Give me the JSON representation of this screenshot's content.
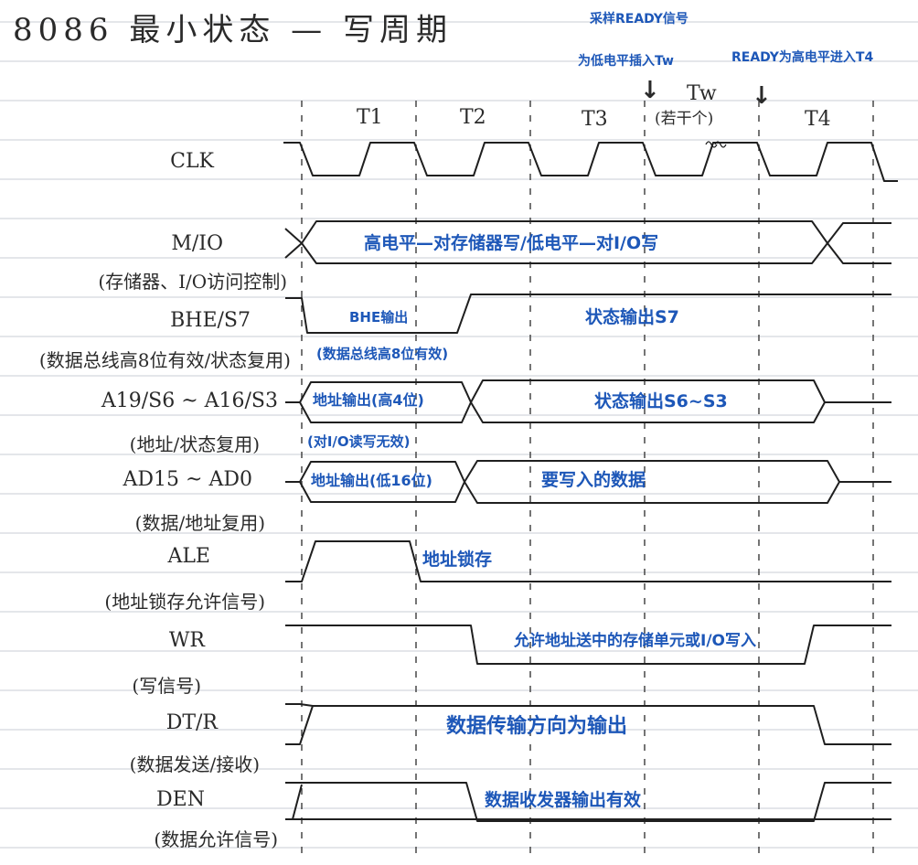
{
  "title": "8086 最小状态 — 写周期",
  "notes": {
    "ready_sample_1": "采样READY信号",
    "ready_sample_2": "为低电平插入Tw",
    "ready_high": "READY为高电平进入T4"
  },
  "states": {
    "t1": "T1",
    "t2": "T2",
    "t3": "T3",
    "tw": "Tw",
    "tw_note": "(若干个)",
    "t4": "T4"
  },
  "signals": [
    {
      "name": "CLK",
      "desc": ""
    },
    {
      "name": "M/IO",
      "desc": "(存储器、I/O访问控制)"
    },
    {
      "name": "BHE/S7",
      "desc": "(数据总线高8位有效/状态复用)"
    },
    {
      "name": "A19/S6 ~ A16/S3",
      "desc": "(地址/状态复用)"
    },
    {
      "name": "AD15 ~ AD0",
      "desc": "(数据/地址复用)"
    },
    {
      "name": "ALE",
      "desc": "(地址锁存允许信号)"
    },
    {
      "name": "WR",
      "desc": "(写信号)"
    },
    {
      "name": "DT/R",
      "desc": "(数据发送/接收)"
    },
    {
      "name": "DEN",
      "desc": "(数据允许信号)"
    }
  ],
  "annotations": {
    "mio": "高电平—对存储器写/低电平—对I/O写",
    "bhe_out": "BHE输出",
    "bhe_valid": "(数据总线高8位有效)",
    "status_s7": "状态输出S7",
    "addr_high": "地址输出(高4位)",
    "io_invalid": "(对I/O读写无效)",
    "status_s6_s3": "状态输出S6~S3",
    "addr_low": "地址输出(低16位)",
    "data_write": "要写入的数据",
    "latch": "地址锁存",
    "wr_enable": "允许地址送中的存储单元或I/O写入",
    "dtr": "数据传输方向为输出",
    "den": "数据收发器输出有效"
  }
}
